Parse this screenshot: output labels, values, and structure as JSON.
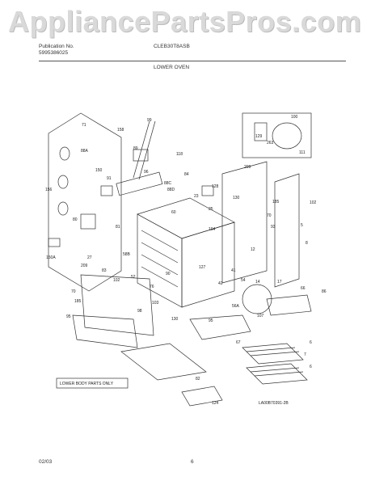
{
  "watermark": "AppliancePartsPros.com",
  "header": {
    "publication_label": "Publication No.",
    "publication_number": "5995386025",
    "model": "CLEB30T8ASB",
    "section": "LOWER OVEN"
  },
  "diagram": {
    "labels": {
      "l71": "71",
      "l99": "99",
      "l156": "156",
      "l158": "158",
      "l88a": "88A",
      "l150": "150",
      "l91": "91",
      "l89": "89",
      "l96": "96",
      "l88c": "88C",
      "l88d": "88D",
      "l128": "128",
      "l118": "118",
      "l84": "84",
      "l80": "80",
      "l150a": "150A",
      "l209a": "209",
      "l27": "27",
      "l83": "83",
      "l102": "102",
      "l76": "76",
      "l70a": "70",
      "l103": "103",
      "l98": "98",
      "l185": "185",
      "l95": "95",
      "l90": "90",
      "l130a": "130",
      "l58b": "58B",
      "l52": "52",
      "l42": "42",
      "l23": "23",
      "l81": "81",
      "l17": "17",
      "l14": "14",
      "l54": "54",
      "l107": "107",
      "l56a": "56A",
      "l6": "6",
      "l95b": "95",
      "l66": "66",
      "l86": "86",
      "l67": "67",
      "l82": "82",
      "l124": "124",
      "l209b": "209",
      "l185b": "185",
      "l102b": "102",
      "l70b": "70",
      "l93": "93",
      "l5": "5",
      "l127": "127",
      "l130b": "130",
      "l41": "41",
      "l263": "263",
      "l100": "100",
      "l129": "129",
      "l111": "111",
      "l25": "25",
      "l12": "12",
      "l8": "8",
      "l104": "104",
      "l7": "7",
      "l6b": "6",
      "l60": "60"
    },
    "note": "LOWER BODY PARTS ONLY",
    "ref_code": "LA00B70391-2B"
  },
  "footer": {
    "date": "02/03",
    "page": "6"
  }
}
